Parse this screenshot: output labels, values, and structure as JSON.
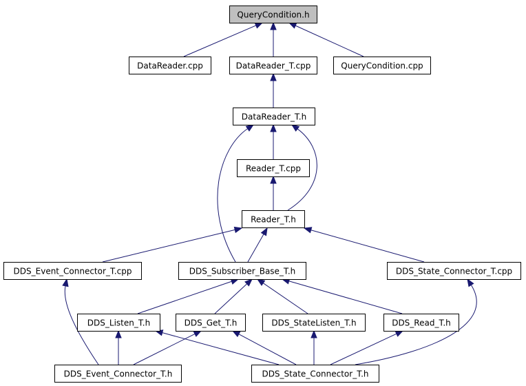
{
  "graph": {
    "nodes": {
      "querycondition_h": "QueryCondition.h",
      "datareader_cpp": "DataReader.cpp",
      "datareader_t_cpp": "DataReader_T.cpp",
      "querycondition_cpp": "QueryCondition.cpp",
      "datareader_t_h": "DataReader_T.h",
      "reader_t_cpp": "Reader_T.cpp",
      "reader_t_h": "Reader_T.h",
      "dds_event_connector_t_cpp": "DDS_Event_Connector_T.cpp",
      "dds_subscriber_base_t_h": "DDS_Subscriber_Base_T.h",
      "dds_state_connector_t_cpp": "DDS_State_Connector_T.cpp",
      "dds_listen_t_h": "DDS_Listen_T.h",
      "dds_get_t_h": "DDS_Get_T.h",
      "dds_statelisten_t_h": "DDS_StateListen_T.h",
      "dds_read_t_h": "DDS_Read_T.h",
      "dds_event_connector_t_h": "DDS_Event_Connector_T.h",
      "dds_state_connector_t_h": "DDS_State_Connector_T.h"
    },
    "edges": [
      {
        "from": "datareader_cpp",
        "to": "querycondition_h"
      },
      {
        "from": "datareader_t_cpp",
        "to": "querycondition_h"
      },
      {
        "from": "querycondition_cpp",
        "to": "querycondition_h"
      },
      {
        "from": "datareader_t_h",
        "to": "datareader_t_cpp"
      },
      {
        "from": "reader_t_cpp",
        "to": "datareader_t_h"
      },
      {
        "from": "reader_t_h",
        "to": "datareader_t_h"
      },
      {
        "from": "dds_subscriber_base_t_h",
        "to": "datareader_t_h"
      },
      {
        "from": "reader_t_h",
        "to": "reader_t_cpp"
      },
      {
        "from": "dds_event_connector_t_cpp",
        "to": "reader_t_h"
      },
      {
        "from": "dds_subscriber_base_t_h",
        "to": "reader_t_h"
      },
      {
        "from": "dds_state_connector_t_cpp",
        "to": "reader_t_h"
      },
      {
        "from": "dds_listen_t_h",
        "to": "dds_subscriber_base_t_h"
      },
      {
        "from": "dds_get_t_h",
        "to": "dds_subscriber_base_t_h"
      },
      {
        "from": "dds_statelisten_t_h",
        "to": "dds_subscriber_base_t_h"
      },
      {
        "from": "dds_read_t_h",
        "to": "dds_subscriber_base_t_h"
      },
      {
        "from": "dds_event_connector_t_h",
        "to": "dds_event_connector_t_cpp"
      },
      {
        "from": "dds_state_connector_t_h",
        "to": "dds_state_connector_t_cpp"
      },
      {
        "from": "dds_event_connector_t_h",
        "to": "dds_listen_t_h"
      },
      {
        "from": "dds_state_connector_t_h",
        "to": "dds_listen_t_h"
      },
      {
        "from": "dds_event_connector_t_h",
        "to": "dds_get_t_h"
      },
      {
        "from": "dds_state_connector_t_h",
        "to": "dds_get_t_h"
      },
      {
        "from": "dds_state_connector_t_h",
        "to": "dds_statelisten_t_h"
      },
      {
        "from": "dds_state_connector_t_h",
        "to": "dds_read_t_h"
      }
    ],
    "colors": {
      "edge": "#191970",
      "root_fill": "#bfbfbf",
      "node_fill": "#ffffff",
      "node_border": "#000000"
    }
  }
}
